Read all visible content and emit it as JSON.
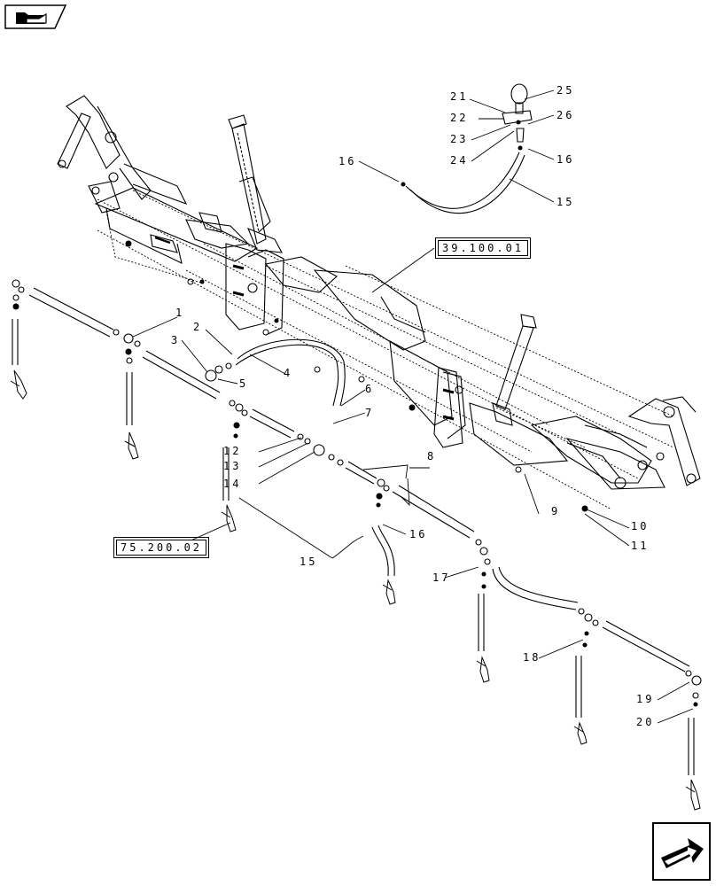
{
  "diagram": {
    "type": "exploded-parts-diagram",
    "reference_boxes": {
      "frame_ref": "39.100.01",
      "nozzle_ref": "75.200.02"
    },
    "callouts": [
      "1",
      "2",
      "3",
      "4",
      "5",
      "6",
      "7",
      "8",
      "11",
      "10",
      "9",
      "12",
      "13",
      "14",
      "15",
      "16",
      "17",
      "18",
      "19",
      "20",
      "21",
      "22",
      "23",
      "24",
      "25",
      "26",
      "16",
      "15",
      "16"
    ],
    "icons": {
      "top_left": "folder-icon",
      "bottom_right": "next-page-arrow-icon"
    }
  }
}
